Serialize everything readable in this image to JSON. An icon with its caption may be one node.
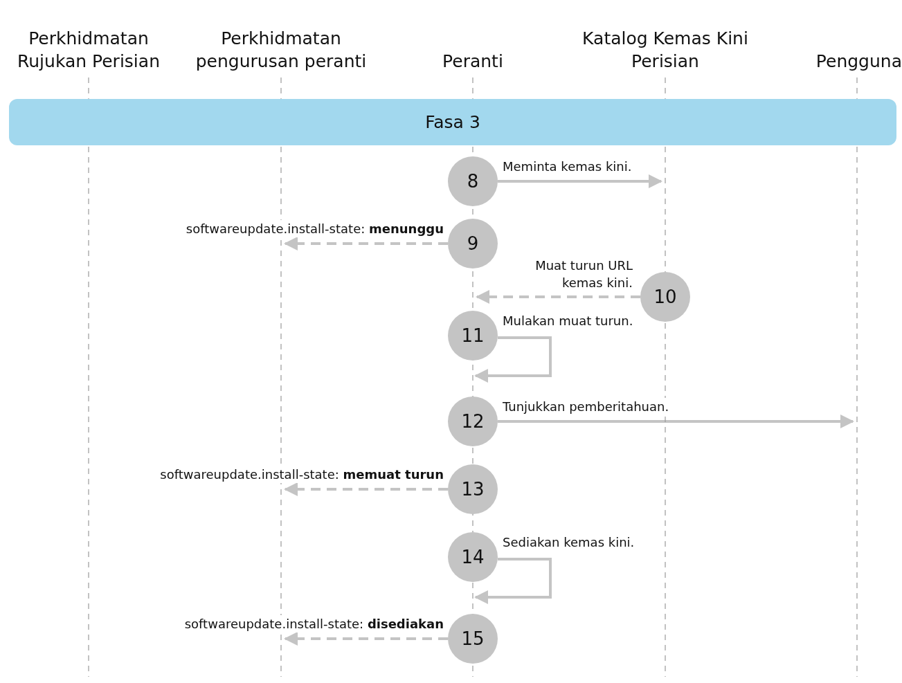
{
  "diagram": {
    "nodes": [
      {
        "text": [
          "Perkhidmatan Rujukan Perisian"
        ]
      },
      {
        "text": [
          "Perkhidmatan pengurusan peranti"
        ]
      },
      {
        "text": [
          "Peranti"
        ]
      },
      {
        "text": [
          "Katalog Kemas Kini Perisian"
        ]
      },
      {
        "text": [
          "Pengguna"
        ]
      },
      {
        "text": [
          "Fasa 3"
        ]
      },
      {
        "text": [],
        "shape": "line"
      },
      {
        "text": [],
        "shape": "line"
      },
      {
        "text": [],
        "shape": "line"
      },
      {
        "text": [],
        "shape": "line"
      },
      {
        "text": [],
        "shape": "line"
      },
      {
        "text": [
          "8"
        ],
        "in": 8
      },
      {
        "text": [
          "9"
        ],
        "in": 8
      },
      {
        "text": [
          "10"
        ],
        "in": 9
      },
      {
        "text": [
          "11"
        ],
        "in": 8
      },
      {
        "text": [
          "12"
        ],
        "in": 8
      },
      {
        "text": [
          "13"
        ],
        "in": 8
      },
      {
        "text": [
          "14"
        ],
        "in": 8
      },
      {
        "text": [
          "15"
        ],
        "in": 8
      }
    ],
    "edges": [
      {
        "from": 11,
        "to": 9,
        "arrow": "to",
        "label": "Meminta kemas kini."
      },
      {
        "from": 12,
        "to": 7,
        "arrow": "to",
        "style": "dashed",
        "label": "softwareupdate.install-state: **menunggu**"
      },
      {
        "from": 13,
        "to": 8,
        "arrow": "to",
        "style": "dashed",
        "label": "Muat turun URL kemas kini."
      },
      {
        "from": 14,
        "to": 8,
        "arrow": "to",
        "label": "Mulakan muat turun."
      },
      {
        "from": 15,
        "to": 10,
        "arrow": "to",
        "label": "Tunjukkan pemberitahuan."
      },
      {
        "from": 16,
        "to": 7,
        "arrow": "to",
        "style": "dashed",
        "label": "softwareupdate.install-state: **memuat turun**"
      },
      {
        "from": 17,
        "to": 17,
        "arrow": "to",
        "label": "Sediakan kemas kini."
      },
      {
        "from": 18,
        "to": 7,
        "arrow": "to",
        "style": "dashed",
        "label": "softwareupdate.install-state: **disediakan**"
      }
    ]
  }
}
